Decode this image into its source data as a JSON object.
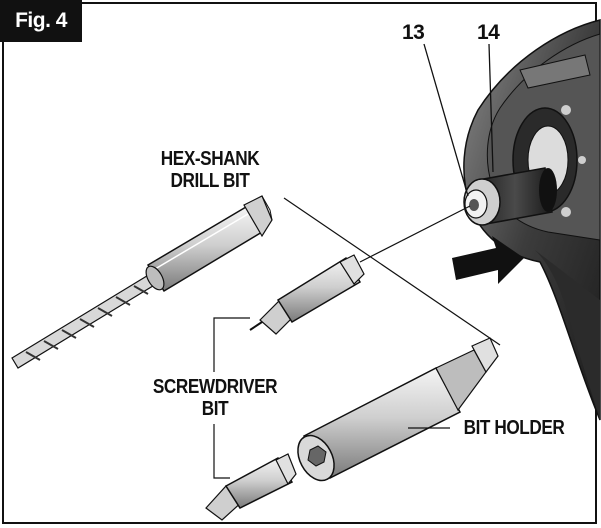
{
  "figure": {
    "tab_label": "Fig. 4"
  },
  "callouts": {
    "part_13": "13",
    "part_14": "14"
  },
  "labels": {
    "hex_shank_line1": "HEX-SHANK",
    "hex_shank_line2": "DRILL BIT",
    "screwdriver_line1": "SCREWDRIVER",
    "screwdriver_line2": "BIT",
    "bit_holder": "BIT HOLDER"
  },
  "colors": {
    "ink": "#111111",
    "metal_light": "#e6e6e6",
    "metal_mid": "#b9b9b9",
    "metal_dark": "#6d6d6d",
    "tool_body": "#3a3a3a"
  },
  "icons": [
    "insert-arrow-icon"
  ]
}
